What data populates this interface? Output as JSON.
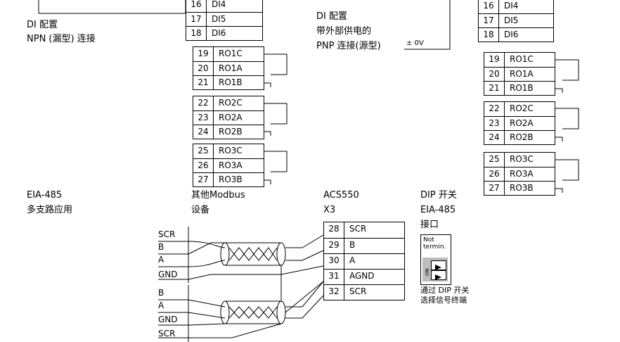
{
  "left_di": {
    "title": "DI 配置",
    "subtitle": "NPN (漏型) 连接"
  },
  "right_di": {
    "title": "DI 配置",
    "line2": "带外部供电的",
    "line3": "PNP 连接(源型)",
    "zero_v": "± 0V"
  },
  "di_rows": [
    {
      "num": "16",
      "label": "DI4"
    },
    {
      "num": "17",
      "label": "DI5"
    },
    {
      "num": "18",
      "label": "DI6"
    }
  ],
  "relay_blocks": [
    [
      {
        "num": "19",
        "label": "RO1C"
      },
      {
        "num": "20",
        "label": "RO1A"
      },
      {
        "num": "21",
        "label": "RO1B"
      }
    ],
    [
      {
        "num": "22",
        "label": "RO2C"
      },
      {
        "num": "23",
        "label": "RO2A"
      },
      {
        "num": "24",
        "label": "RO2B"
      }
    ],
    [
      {
        "num": "25",
        "label": "RO3C"
      },
      {
        "num": "26",
        "label": "RO3A"
      },
      {
        "num": "27",
        "label": "RO3B"
      }
    ]
  ],
  "eia485": {
    "line1": "EIA-485",
    "line2": "多支路应用"
  },
  "modbus": {
    "line1": "其他Modbus",
    "line2": "设备"
  },
  "acs": {
    "line1": "ACS550",
    "line2": "X3"
  },
  "dip": {
    "line1": "DIP 开关",
    "line2": "EIA-485",
    "line3": "接口",
    "not_termin": "Not termin.",
    "on": "ON",
    "note1": "通过 DIP 开关",
    "note2": "选择信号终端"
  },
  "left_cable_labels_top": [
    "SCR",
    "B",
    "A",
    "GND"
  ],
  "left_cable_labels_bottom": [
    "B",
    "A",
    "GND",
    "SCR"
  ],
  "x3_rows": [
    {
      "num": "28",
      "label": "SCR"
    },
    {
      "num": "29",
      "label": "B"
    },
    {
      "num": "30",
      "label": "A"
    },
    {
      "num": "31",
      "label": "AGND"
    },
    {
      "num": "32",
      "label": "SCR"
    }
  ]
}
